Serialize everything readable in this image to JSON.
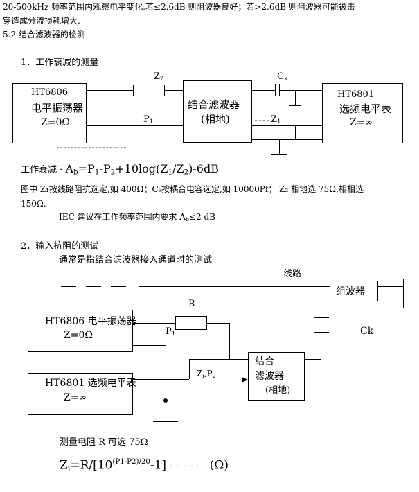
{
  "intro": {
    "line1": "20-500kHz 频率范围内观察电平变化,若≤2.6dB 则阻波器良好；若>2.6dB 则阻波器可能被击",
    "line2": "穿造成分流损耗增大."
  },
  "section": {
    "title": "5.2  结合滤波器的检测"
  },
  "part1": {
    "title": "1．工作衰减的测量",
    "osc": {
      "model": "HT6806",
      "name": "电平振荡器",
      "z": "Z=0Ω"
    },
    "filter": {
      "line1": "结合滤波器",
      "line2": "(相地)"
    },
    "meter": {
      "model": "HT6801",
      "name": "选频电平表",
      "z": "Z=∞"
    },
    "labels": {
      "z2_main": "Z",
      "z2_sub": "2",
      "ck_main": "C",
      "ck_sub": "k",
      "p1_main": "P",
      "p1_sub": "1",
      "z1_main": "Z",
      "z1_sub": "1"
    },
    "formula": {
      "prefix": "工作衰减",
      "a": "A",
      "a_sub": "b",
      "eq1": "=P",
      "p1_sub": "1",
      "minus": "-P",
      "p2_sub": "2",
      "mid": "+10log(Z",
      "z1_sub": "1",
      "slash": "/Z",
      "z2_sub": "2",
      "end": ")-6dB"
    },
    "note1": "图中 Z₁按线路阻抗选定,如 400Ω；Cₖ按耦合电容选定,如 10000Pf；  Z₂ 相地选 75Ω,相相选",
    "note2": "150Ω.",
    "iec_a": "IEC 建议在工作频率范围内要求 A",
    "iec_sub": "b",
    "iec_b": "≤2 dB"
  },
  "part2": {
    "title": "2．输入抗阻的测试",
    "subtitle": "通常是指结合滤波器接入通道时的测试",
    "line_label": "线路",
    "trap_label": "组波器",
    "r_label": "R",
    "ck_label": "Ck",
    "p1_main": "P",
    "p1_sub": "1",
    "zi_label": "Z",
    "zi_sub": "i",
    "p2_label": ",P",
    "p2_sub": "2",
    "osc": {
      "title": "HT6806 电平振荡器",
      "z": "Z=0Ω"
    },
    "meter": {
      "title": "HT6801 选频电平表",
      "z": "Z=∞"
    },
    "filter": {
      "line1": "结合",
      "line2": "滤波器",
      "line3": "(相地)"
    },
    "note": "测量电阻 R 可选 75Ω",
    "formula": {
      "lhs": "Z",
      "lhs_sub": "i",
      "mid": "=R/[10",
      "exp": "(P1-P2)/20",
      "tail": "-1]",
      "unit": "(Ω)"
    }
  }
}
